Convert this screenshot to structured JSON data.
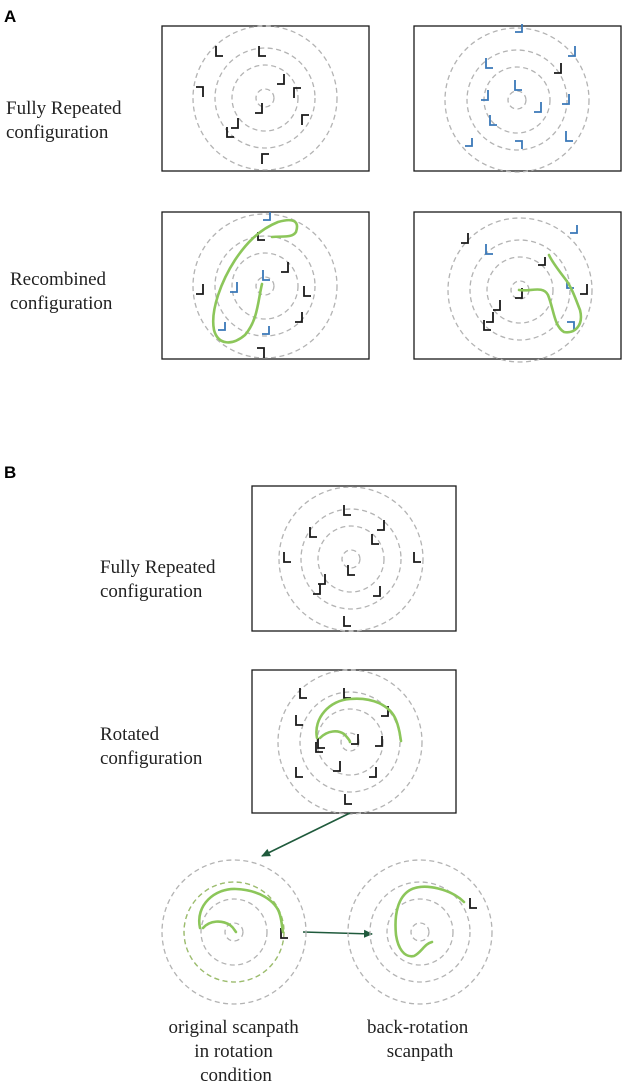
{
  "panels": {
    "A": {
      "letter": "A",
      "row1_label": [
        "Fully Repeated",
        "configuration"
      ],
      "row2_label": [
        "Recombined",
        "configuration"
      ]
    },
    "B": {
      "letter": "B",
      "row1_label": [
        "Fully Repeated",
        "configuration"
      ],
      "row2_label": [
        "Rotated",
        "configuration"
      ],
      "caption_left": [
        "original scanpath",
        "in rotation",
        "condition"
      ],
      "caption_right": [
        "back-rotation",
        "scanpath"
      ]
    }
  },
  "colors": {
    "distractor": "#1a1a1a",
    "repeated_item": "#3a78b8",
    "scanpath": "#8cc65a",
    "arrow": "#1f5a3c",
    "ring": "#b3b3b3"
  }
}
